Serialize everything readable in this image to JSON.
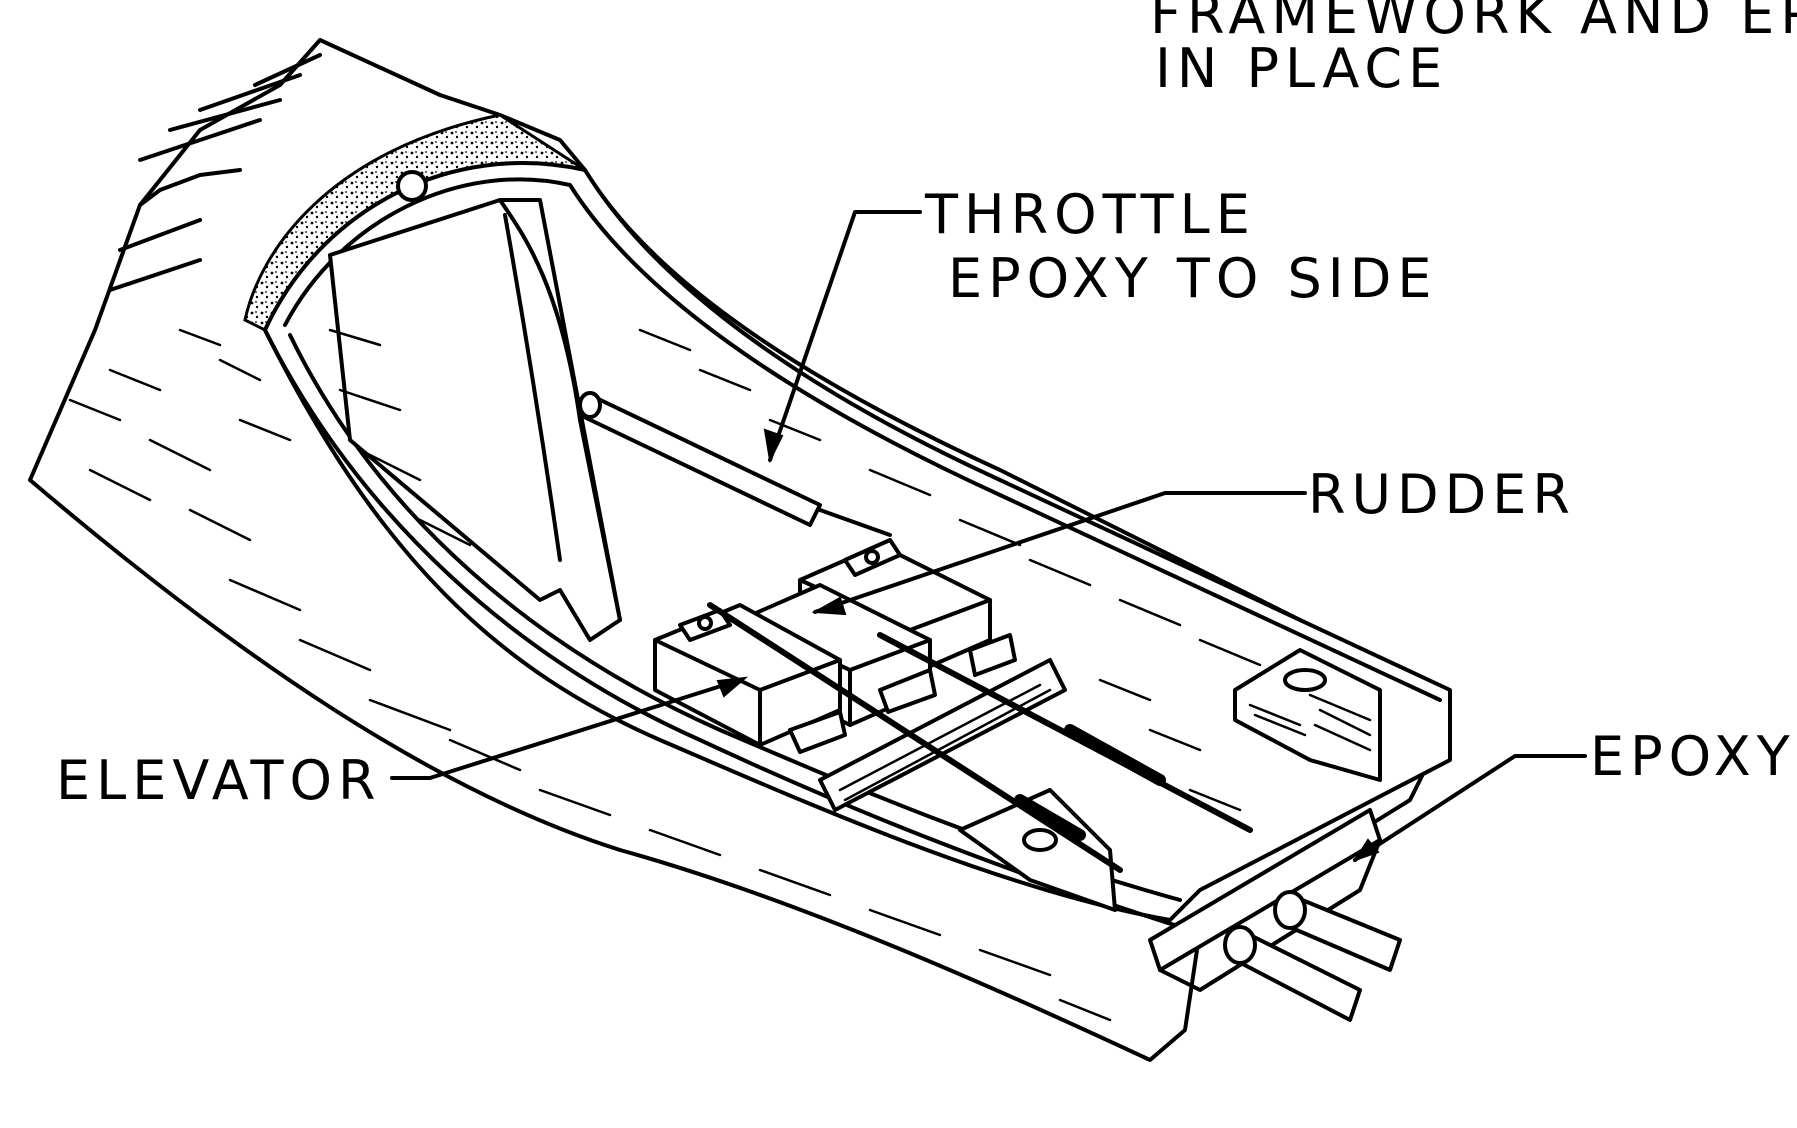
{
  "labels": {
    "header_line1": "FRAMEWORK AND EP",
    "header_line2": "IN PLACE",
    "throttle_line1": "THROTTLE",
    "throttle_line2": "EPOXY  TO SIDE",
    "rudder": "RUDDER",
    "elevator": "ELEVATOR",
    "epoxy": "EPOXY"
  },
  "colors": {
    "ink": "#000000",
    "paper": "#ffffff"
  }
}
